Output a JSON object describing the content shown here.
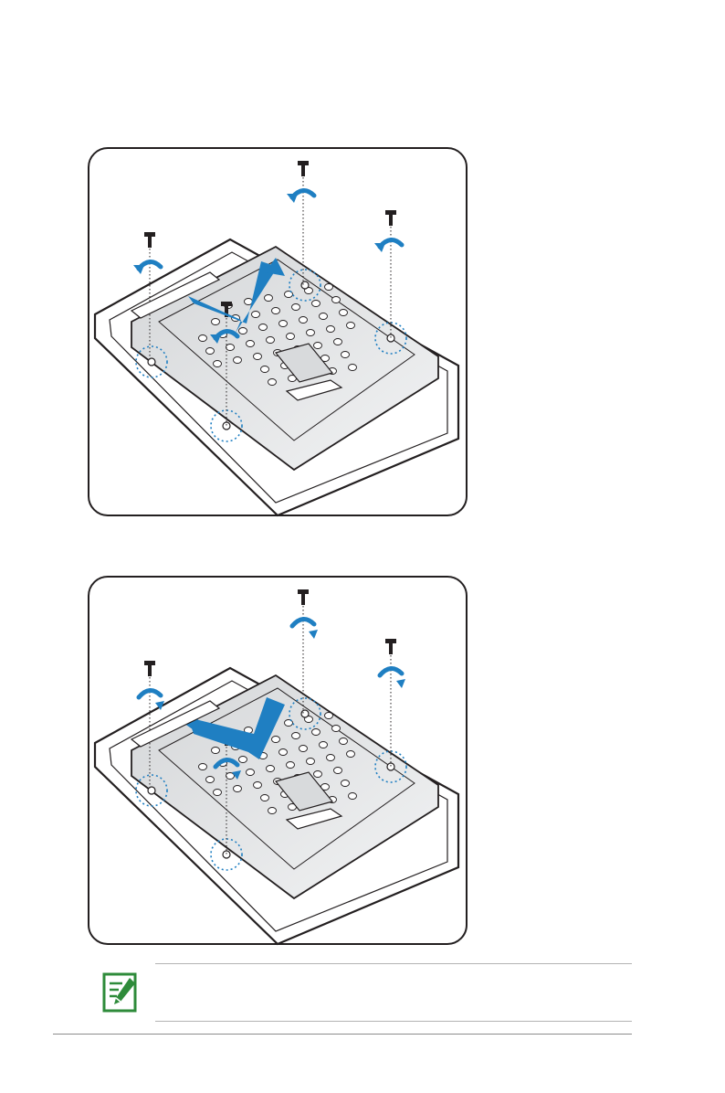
{
  "figures": [
    {
      "id": "fig1",
      "step": "remove-screws",
      "screw_count": 4
    },
    {
      "id": "fig2",
      "step": "secure-screws",
      "screw_count": 4
    }
  ],
  "colors": {
    "arrow": "#1f7fc2",
    "outline": "#231f20",
    "note_icon": "#2e8b3a",
    "rule": "#b3b3b3"
  },
  "note": {
    "icon": "pencil-note-icon",
    "text": ""
  }
}
